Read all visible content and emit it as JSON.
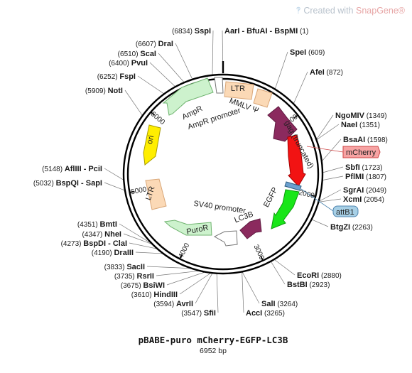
{
  "watermark": {
    "prefix": "Created with",
    "brand": "SnapGene",
    "mark": "®",
    "icon": "snapgene-logo-icon"
  },
  "plasmid": {
    "name": "pBABE-puro mCherry-EGFP-LC3B",
    "size_label": "6952 bp",
    "length": 6952
  },
  "ticks": [
    1000,
    2000,
    3000,
    4000,
    5000,
    6000
  ],
  "sites": [
    {
      "id": "aari",
      "name": "AarI - BfuAI - BspMI",
      "pos": 1
    },
    {
      "id": "spei",
      "name": "SpeI",
      "pos": 609
    },
    {
      "id": "afei",
      "name": "AfeI",
      "pos": 872
    },
    {
      "id": "ngomiv",
      "name": "NgoMIV",
      "pos": 1349
    },
    {
      "id": "naei",
      "name": "NaeI",
      "pos": 1351
    },
    {
      "id": "bsaai",
      "name": "BsaAI",
      "pos": 1598
    },
    {
      "id": "sbfi",
      "name": "SbfI",
      "pos": 1723
    },
    {
      "id": "pflmi",
      "name": "PflMI",
      "pos": 1807
    },
    {
      "id": "sgrai",
      "name": "SgrAI",
      "pos": 2049
    },
    {
      "id": "xcmi",
      "name": "XcmI",
      "pos": 2054
    },
    {
      "id": "btgzi",
      "name": "BtgZI",
      "pos": 2263
    },
    {
      "id": "ecori",
      "name": "EcoRI",
      "pos": 2880
    },
    {
      "id": "bstbi",
      "name": "BstBI",
      "pos": 2923
    },
    {
      "id": "sali",
      "name": "SalI",
      "pos": 3264
    },
    {
      "id": "acci",
      "name": "AccI",
      "pos": 3265
    },
    {
      "id": "sfii",
      "name": "SfiI",
      "pos": 3547
    },
    {
      "id": "avrii",
      "name": "AvrII",
      "pos": 3594
    },
    {
      "id": "hindiii",
      "name": "HindIII",
      "pos": 3610
    },
    {
      "id": "bsiwi",
      "name": "BsiWI",
      "pos": 3675
    },
    {
      "id": "rsrii",
      "name": "RsrII",
      "pos": 3735
    },
    {
      "id": "sacii",
      "name": "SacII",
      "pos": 3833
    },
    {
      "id": "draiii",
      "name": "DraIII",
      "pos": 4190
    },
    {
      "id": "bspdi",
      "name": "BspDI - ClaI",
      "pos": 4273
    },
    {
      "id": "nhei",
      "name": "NheI",
      "pos": 4347
    },
    {
      "id": "bmti",
      "name": "BmtI",
      "pos": 4351
    },
    {
      "id": "bspqi",
      "name": "BspQI - SapI",
      "pos": 5032
    },
    {
      "id": "afliii",
      "name": "AflIII - PciI",
      "pos": 5148
    },
    {
      "id": "noti",
      "name": "NotI",
      "pos": 5909
    },
    {
      "id": "fspi",
      "name": "FspI",
      "pos": 6252
    },
    {
      "id": "pvui",
      "name": "PvuI",
      "pos": 6400
    },
    {
      "id": "scai",
      "name": "ScaI",
      "pos": 6510
    },
    {
      "id": "drai",
      "name": "DraI",
      "pos": 6607
    },
    {
      "id": "sspi",
      "name": "SspI",
      "pos": 6834
    }
  ],
  "features": [
    {
      "id": "ltr-1",
      "label": "LTR",
      "color": "#fbd9b6",
      "stroke": "#d9a677"
    },
    {
      "id": "mmlv-psi",
      "label": "MMLV Ψ",
      "color": "#fbd9b6",
      "stroke": "#d9a677"
    },
    {
      "id": "gag",
      "label": "gag (truncated)",
      "color": "#8b2a5e",
      "stroke": "#5e1a3f"
    },
    {
      "id": "mcherry",
      "label": "mCherry",
      "color": "#f21313",
      "stroke": "#a30000"
    },
    {
      "id": "attb1",
      "label": "attB1",
      "color": "#4a83b0",
      "stroke": "#2d5c80"
    },
    {
      "id": "egfp",
      "label": "EGFP",
      "color": "#19e619",
      "stroke": "#0f9a0f"
    },
    {
      "id": "lc3b",
      "label": "LC3B",
      "color": "#8b2a5e",
      "stroke": "#5e1a3f"
    },
    {
      "id": "sv40-promoter",
      "label": "SV40 promoter",
      "color": "#ffffff",
      "stroke": "#777777"
    },
    {
      "id": "puror",
      "label": "PuroR",
      "color": "#cdf2cd",
      "stroke": "#6fb36f"
    },
    {
      "id": "ltr-2",
      "label": "LTR",
      "color": "#fbd9b6",
      "stroke": "#d9a677"
    },
    {
      "id": "ori",
      "label": "ori",
      "color": "#ffee00",
      "stroke": "#a89c00"
    },
    {
      "id": "ampr",
      "label": "AmpR",
      "color": "#cdf2cd",
      "stroke": "#6fb36f"
    },
    {
      "id": "ampr-promoter",
      "label": "AmpR promoter",
      "color": "#ffffff",
      "stroke": "#777777"
    }
  ],
  "badges": {
    "mcherry": {
      "label": "mCherry",
      "color": "#f7a3a3",
      "stroke": "#cc4444"
    },
    "attb1": {
      "label": "attB1",
      "color": "#a8d0e6",
      "stroke": "#4f86b0"
    }
  }
}
